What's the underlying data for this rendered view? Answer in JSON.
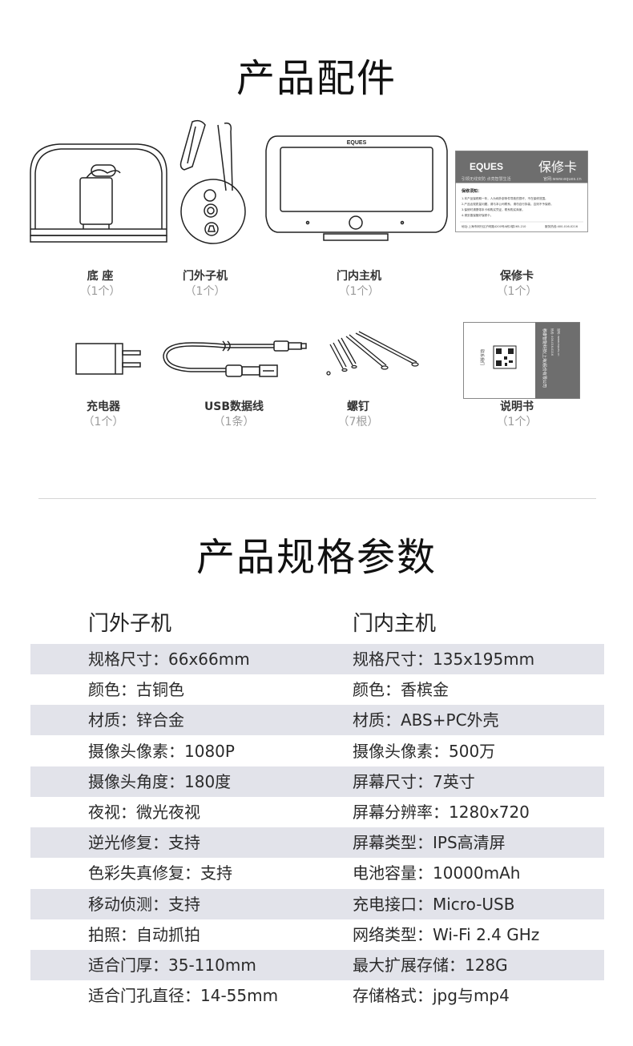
{
  "accessories_title": "产品配件",
  "specs_title": "产品规格参数",
  "accessories": [
    {
      "name": "底  座",
      "count": "（1个）"
    },
    {
      "name": "门外子机",
      "count": "（1个）"
    },
    {
      "name": "门内主机",
      "count": "（1个）"
    },
    {
      "name": "保修卡",
      "count": "（1个）"
    },
    {
      "name": "充电器",
      "count": "（1个）"
    },
    {
      "name": "USB数据线",
      "count": "（1条）"
    },
    {
      "name": "螺钉",
      "count": "（7根）"
    },
    {
      "name": "说明书",
      "count": "（1个）"
    }
  ],
  "warranty_card": {
    "brand": "EQUES",
    "title": "保修卡",
    "slogan": "引领无线安防  点亮智慧生活",
    "website": "官网:www.eques.cn",
    "notice_title": "保修须知：",
    "notes": [
      "1.本产品保修期一年，人为和外部条件导致的损坏，不在保修范围。",
      "2.产品出现质量问题，请与本公司联系，请勿自行拆装，否则不予保修。",
      "3.保修时请携带本卡和购买凭证，联系购买商家。",
      "4.请妥善保管好保修卡。"
    ],
    "address": "地址:上海市闵行区沪闵路4200号A栋2楼265-210",
    "hotline": "服务热线:400-016-0216"
  },
  "device_brand": "EQUES",
  "manual": {
    "contact": "联系我们",
    "company": "移康智能科技(上海)股份有限公司",
    "line2": "热线: 400-016-0216",
    "line3": "官网: www.eques.cn"
  },
  "left_column": {
    "heading": "门外子机",
    "rows": [
      "规格尺寸：66x66mm",
      "颜色：古铜色",
      "材质：锌合金",
      "摄像头像素：1080P",
      "摄像头角度：180度",
      "夜视：微光夜视",
      "逆光修复：支持",
      "色彩失真修复：支持",
      "移动侦测：支持",
      "拍照：自动抓拍",
      "适合门厚：35-110mm",
      "适合门孔直径：14-55mm"
    ]
  },
  "right_column": {
    "heading": "门内主机",
    "rows": [
      "规格尺寸：135x195mm",
      "颜色：香槟金",
      "材质：ABS+PC外壳",
      "摄像头像素：500万",
      "屏幕尺寸：7英寸",
      "屏幕分辨率：1280x720",
      "屏幕类型：IPS高清屏",
      "电池容量：10000mAh",
      "充电接口：Micro-USB",
      "网络类型：Wi-Fi 2.4 GHz",
      "最大扩展存储：128G",
      "存储格式：jpg与mp4"
    ]
  },
  "colors": {
    "row_shade": "#e2e3ea",
    "text": "#2a2a2a",
    "muted": "#9a9a9a",
    "card_header": "#6e6e6e"
  }
}
